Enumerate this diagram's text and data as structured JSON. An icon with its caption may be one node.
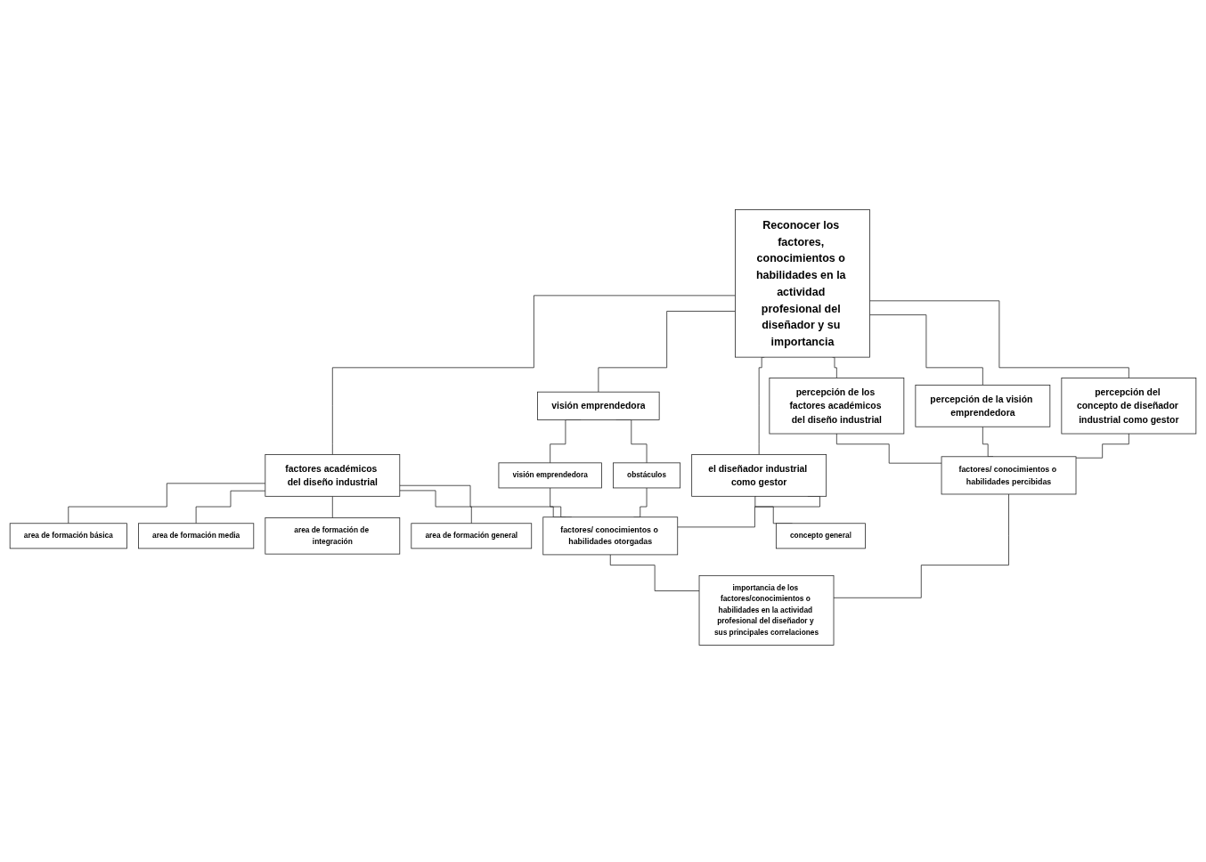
{
  "diagram": {
    "nodes": [
      {
        "text": [
          "Reconocer los factores, conocimientos o habilidades en la actividad profesional del diseñador y su importancia"
        ]
      },
      {
        "text": [
          "factores académicos del diseño industrial"
        ]
      },
      {
        "text": [
          "visión emprendedora"
        ]
      },
      {
        "text": [
          "el diseñador industrial como gestor"
        ]
      },
      {
        "text": [
          "percepción de los factores académicos del diseño industrial"
        ]
      },
      {
        "text": [
          "percepción de la visión emprendedora"
        ]
      },
      {
        "text": [
          "percepción del concepto de diseñador industrial como gestor"
        ]
      },
      {
        "text": [
          "area de formación básica"
        ]
      },
      {
        "text": [
          "area de formación media"
        ]
      },
      {
        "text": [
          "area de formación de integración"
        ]
      },
      {
        "text": [
          "area de formación general"
        ]
      },
      {
        "text": [
          "visión emprendedora"
        ]
      },
      {
        "text": [
          "obstáculos"
        ]
      },
      {
        "text": [
          "concepto general"
        ]
      },
      {
        "text": [
          "factores/ conocimientos o habilidades otorgadas"
        ]
      },
      {
        "text": [
          "factores/ conocimientos o habilidades percibidas"
        ]
      },
      {
        "text": [
          "importancia de los factores/conocimientos o habilidades en la actividad profesional del diseñador y sus principales correlaciones"
        ]
      }
    ],
    "edges": [
      {
        "from": 0,
        "to": 1,
        "arrow": "none"
      },
      {
        "from": 0,
        "to": 2,
        "arrow": "none"
      },
      {
        "from": 0,
        "to": 3,
        "arrow": "none"
      },
      {
        "from": 0,
        "to": 4,
        "arrow": "none"
      },
      {
        "from": 0,
        "to": 5,
        "arrow": "none"
      },
      {
        "from": 0,
        "to": 6,
        "arrow": "none"
      },
      {
        "from": 1,
        "to": 7,
        "arrow": "none"
      },
      {
        "from": 1,
        "to": 8,
        "arrow": "none"
      },
      {
        "from": 1,
        "to": 9,
        "arrow": "none"
      },
      {
        "from": 1,
        "to": 10,
        "arrow": "none"
      },
      {
        "from": 2,
        "to": 11,
        "arrow": "none"
      },
      {
        "from": 2,
        "to": 12,
        "arrow": "none"
      },
      {
        "from": 3,
        "to": 13,
        "arrow": "none"
      },
      {
        "from": 1,
        "to": 14,
        "arrow": "none"
      },
      {
        "from": 11,
        "to": 14,
        "arrow": "none"
      },
      {
        "from": 12,
        "to": 14,
        "arrow": "none"
      },
      {
        "from": 3,
        "to": 14,
        "arrow": "none"
      },
      {
        "from": 4,
        "to": 15,
        "arrow": "none"
      },
      {
        "from": 5,
        "to": 15,
        "arrow": "none"
      },
      {
        "from": 6,
        "to": 15,
        "arrow": "none"
      },
      {
        "from": 14,
        "to": 16,
        "arrow": "none"
      },
      {
        "from": 15,
        "to": 16,
        "arrow": "none"
      }
    ]
  }
}
